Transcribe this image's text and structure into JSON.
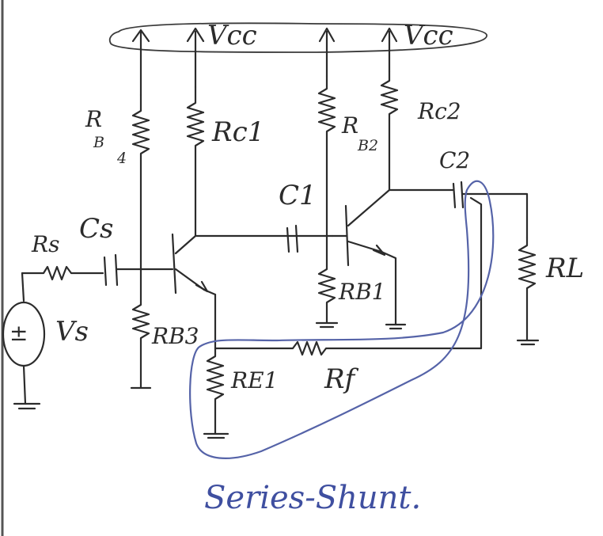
{
  "labels": {
    "vcc_left": "Vcc",
    "vcc_right": "Vcc",
    "rb4": "R",
    "rb4_sub": "B",
    "rb4_sub2": "4",
    "rc1": "Rc1",
    "rb2": "R",
    "rb2_sub": "B2",
    "rc2": "Rc2",
    "c1": "C1",
    "c2": "C2",
    "cs": "Cs",
    "rs": "Rs",
    "vs": "Vs",
    "vs_sign": "±",
    "rb1": "RB1",
    "rb3": "RB3",
    "re1": "RE1",
    "rf": "Rf",
    "rl": "RL"
  },
  "caption": "Series-Shunt."
}
